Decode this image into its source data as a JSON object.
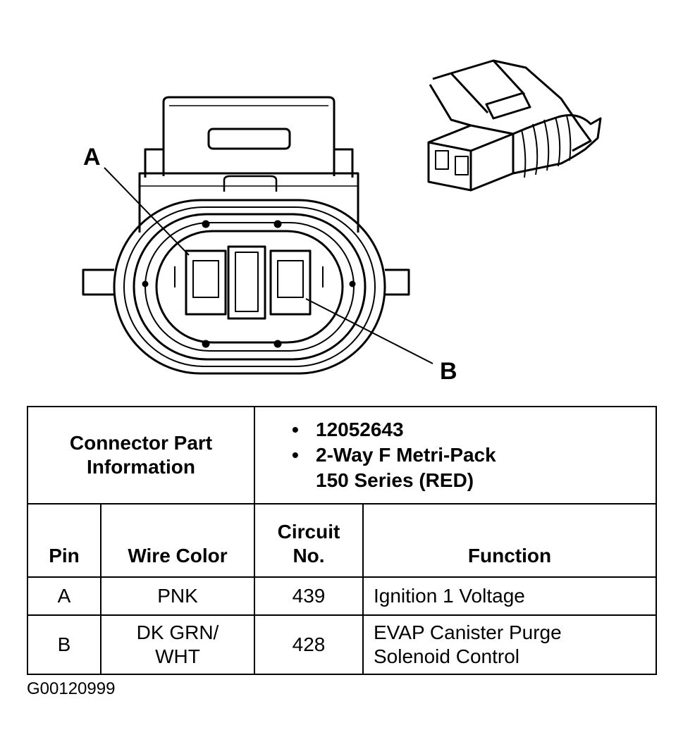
{
  "diagram": {
    "pin_labels": [
      "A",
      "B"
    ]
  },
  "connector_info": {
    "header_label_line1": "Connector Part",
    "header_label_line2": "Information",
    "part_number": "12052643",
    "description_line1": "2-Way F Metri-Pack",
    "description_line2": "150 Series (RED)"
  },
  "columns": {
    "pin": "Pin",
    "wire_color": "Wire Color",
    "circuit_line1": "Circuit",
    "circuit_line2": "No.",
    "function": "Function"
  },
  "rows": [
    {
      "pin": "A",
      "wire_color_line1": "PNK",
      "wire_color_line2": "",
      "circuit": "439",
      "function_line1": "Ignition 1 Voltage",
      "function_line2": ""
    },
    {
      "pin": "B",
      "wire_color_line1": "DK GRN/",
      "wire_color_line2": "WHT",
      "circuit": "428",
      "function_line1": "EVAP Canister Purge",
      "function_line2": "Solenoid Control"
    }
  ],
  "figure_code": "G00120999"
}
